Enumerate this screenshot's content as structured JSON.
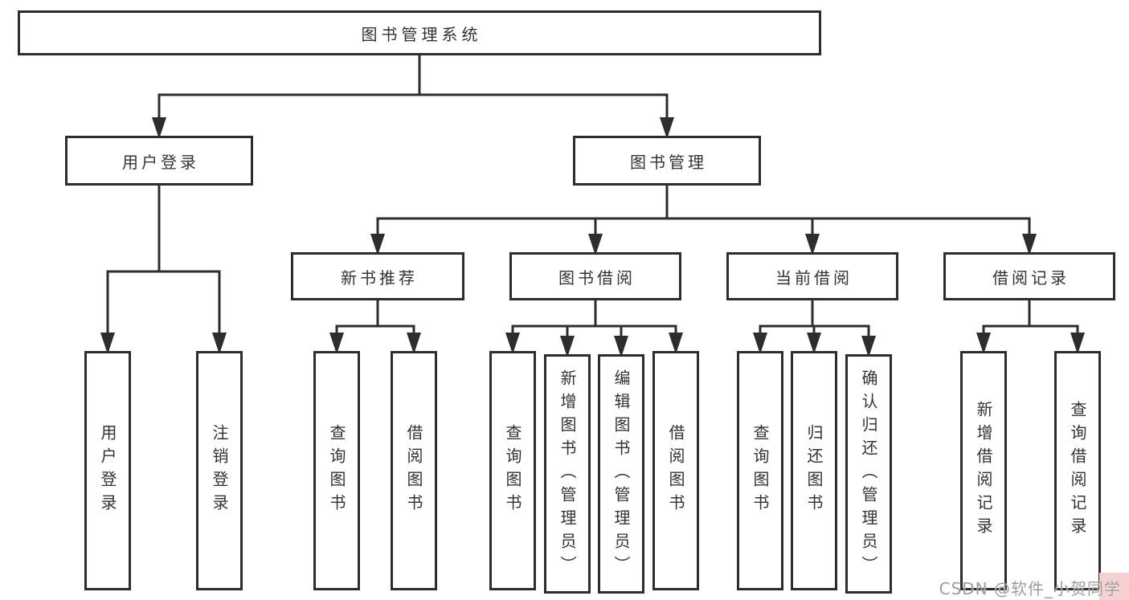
{
  "tree": {
    "root": {
      "label": "图书管理系统",
      "children": [
        {
          "label": "用户登录",
          "children": [
            {
              "label": "用户登录"
            },
            {
              "label": "注销登录"
            }
          ]
        },
        {
          "label": "图书管理",
          "children": [
            {
              "label": "新书推荐",
              "children": [
                {
                  "label": "查询图书"
                },
                {
                  "label": "借阅图书"
                }
              ]
            },
            {
              "label": "图书借阅",
              "children": [
                {
                  "label": "查询图书"
                },
                {
                  "label": "新增图书（管理员）"
                },
                {
                  "label": "编辑图书（管理员）"
                },
                {
                  "label": "借阅图书"
                }
              ]
            },
            {
              "label": "当前借阅",
              "children": [
                {
                  "label": "查询图书"
                },
                {
                  "label": "归还图书"
                },
                {
                  "label": "确认归还（管理员）"
                }
              ]
            },
            {
              "label": "借阅记录",
              "children": [
                {
                  "label": "新增借阅记录"
                },
                {
                  "label": "查询借阅记录"
                }
              ]
            }
          ]
        }
      ]
    }
  },
  "watermark": {
    "text": "CSDN @软件_小贺同学"
  },
  "colors": {
    "line": "#2d2d2d",
    "box_border": "#2d2d2d",
    "text": "#333333",
    "watermark_text": "#9c9c9c",
    "watermark_corner": "#f7d1d1",
    "background": "#ffffff"
  }
}
